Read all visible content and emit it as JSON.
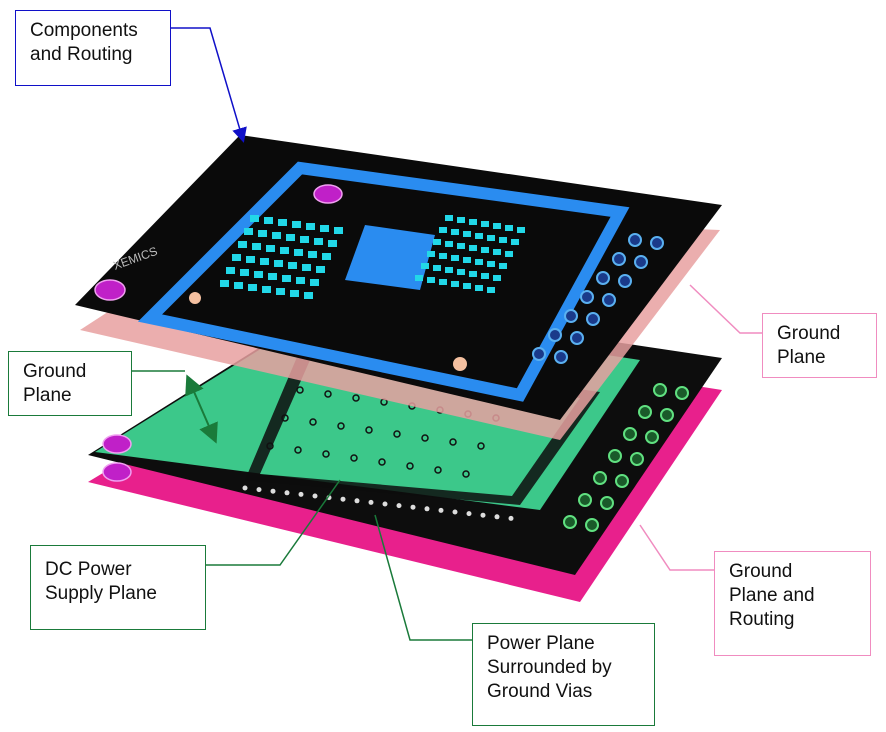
{
  "title": "PCB layer stack",
  "labels": {
    "components_routing": [
      "Components",
      "and Routing"
    ],
    "ground_plane_top": [
      "Ground",
      "Plane"
    ],
    "ground_plane_left": [
      "Ground",
      "Plane"
    ],
    "dc_power": [
      "DC Power",
      "Supply Plane"
    ],
    "ground_plane_routing": [
      "Ground",
      "Plane and",
      "Routing"
    ],
    "power_plane_vias": [
      "Power Plane",
      "Surrounded by",
      "Ground Vias"
    ]
  },
  "board_marking": "XEMICS",
  "colors": {
    "board": "#0a0a0a",
    "copper_top": "#2a8cf0",
    "pads": "#22d8e8",
    "ground_plane": "#e8a0a0",
    "power_plane": "#3cc88a",
    "bottom_plane": "#e8208c",
    "blue_callout": "#1010c8",
    "green_callout": "#1a7a3a",
    "pink_callout": "#f08cc0"
  }
}
